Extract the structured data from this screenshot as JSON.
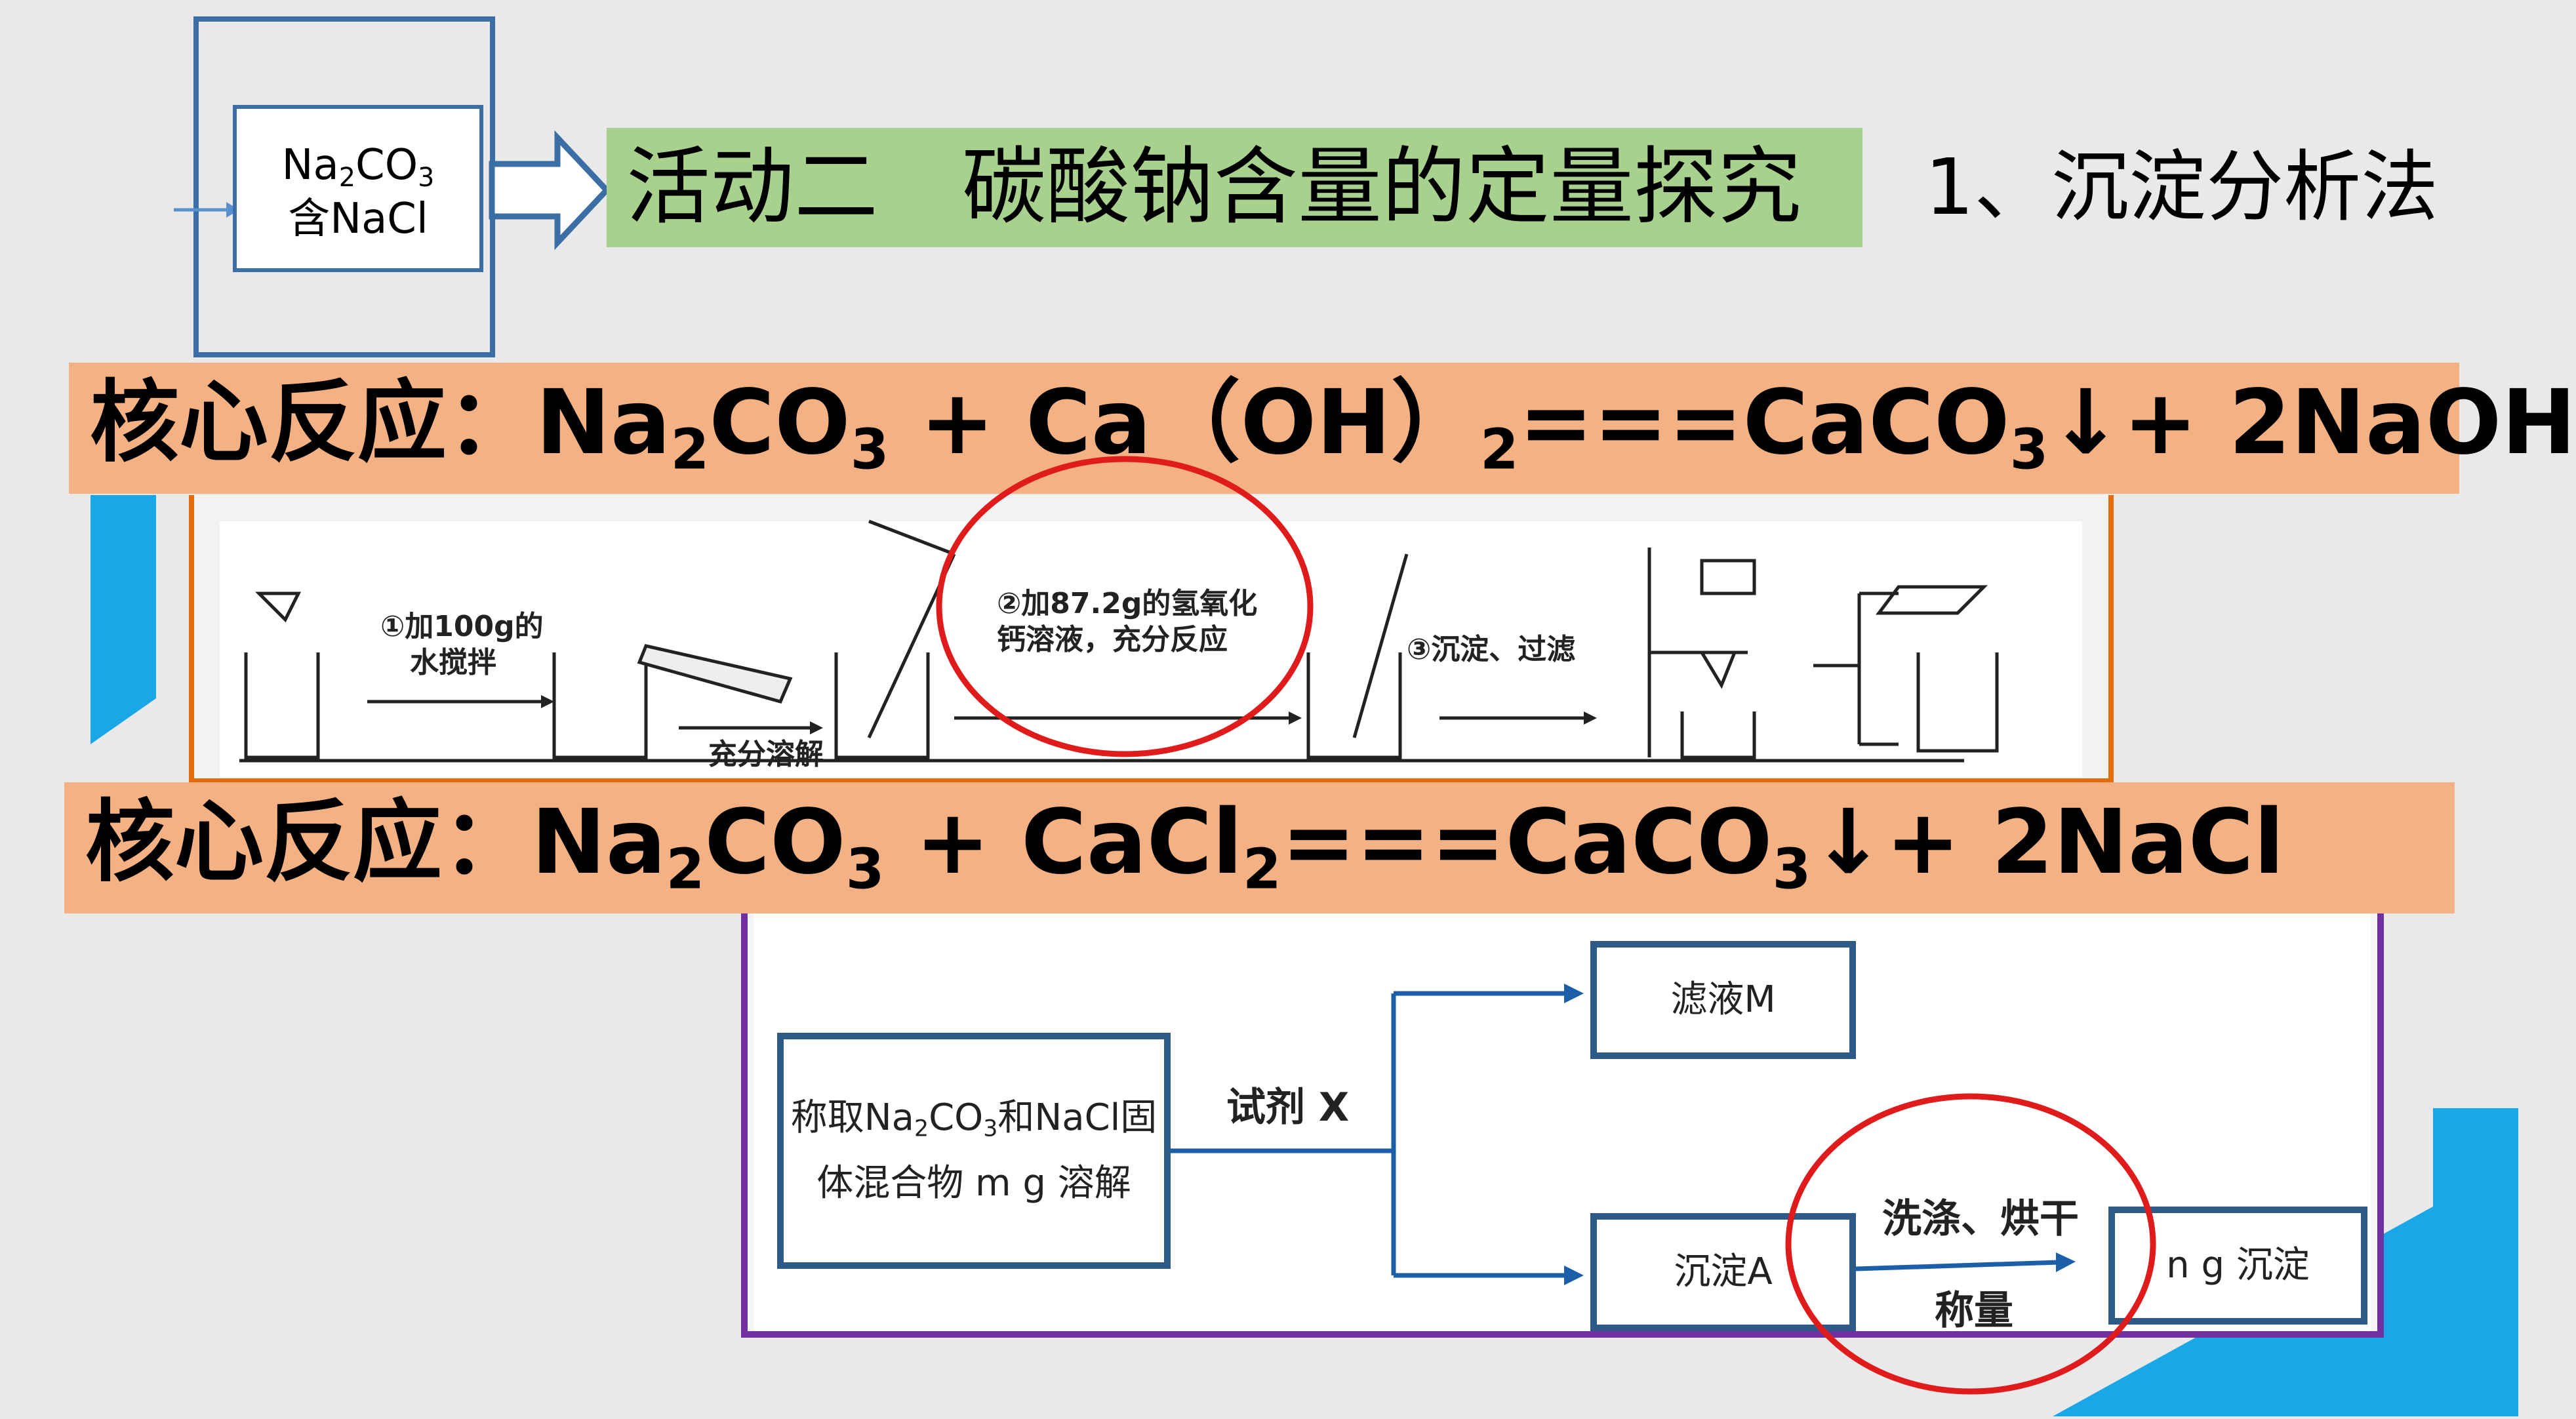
{
  "title": "活动二　碳酸钠含量的定量探究",
  "method": "1、沉淀分析法",
  "mixture_box": {
    "line1_pre": "Na",
    "line1_sub1": "2",
    "line1_mid": "CO",
    "line1_sub2": "3",
    "line2": "含NaCl"
  },
  "reaction1": {
    "label": "核心反应：",
    "t1": "Na",
    "s1": "2",
    "t2": "CO",
    "s2": "3",
    "t3": " + Ca（OH）",
    "s3": "2",
    "t4": "===CaCO",
    "s4": "3",
    "t5": "↓+ 2NaOH"
  },
  "reaction2": {
    "label": "核心反应：",
    "t1": "Na",
    "s1": "2",
    "t2": "CO",
    "s2": "3",
    "t3": " + CaCl",
    "s3": "2",
    "t4": "===CaCO",
    "s4": "3",
    "t5": "↓+ 2NaCl"
  },
  "experiment": {
    "step1": [
      "①加100g的",
      "水搅拌"
    ],
    "step1b": "充分溶解",
    "step2": [
      "②加87.2g的氢氧化",
      "钙溶液，充分反应"
    ],
    "step3": "③沉淀、过滤"
  },
  "flowchart": {
    "start_box": {
      "l1_pre": "称取Na",
      "l1_s1": "2",
      "l1_mid": "CO",
      "l1_s2": "3",
      "l1_post": "和NaCl固",
      "l2": "体混合物 m g 溶解"
    },
    "reagent_label": "试剂 X",
    "filtrate_box": "滤液M",
    "precipitate_box": "沉淀A",
    "wash_label": "洗涤、烘干",
    "weigh_label": "称量",
    "result_box": "n g 沉淀"
  },
  "colors": {
    "title_bg": "#a9d18e",
    "band_bg": "#f4b183",
    "accent_blue": "#1aa7e8",
    "frame_blue": "#3a6ea5",
    "highlight_circle": "#e01b1b",
    "flow_frame": "#7030a0",
    "exp_frame": "#e36c0a"
  }
}
